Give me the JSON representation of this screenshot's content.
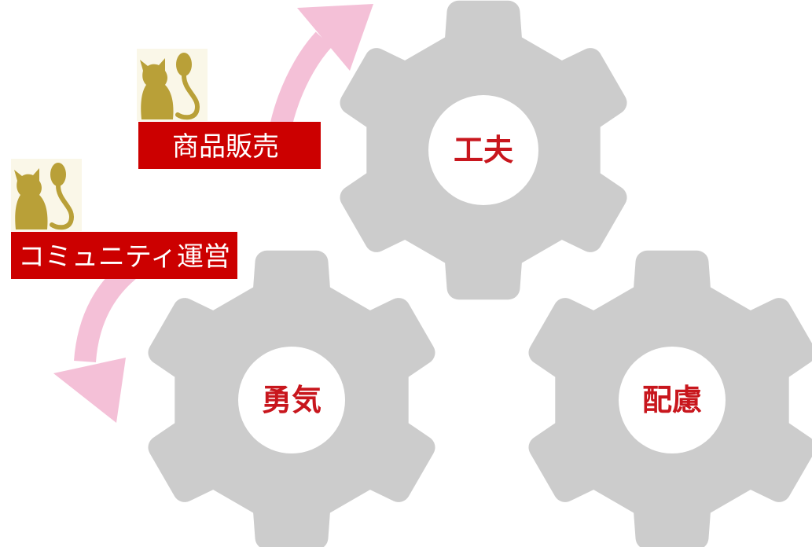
{
  "colors": {
    "gear_fill": "#cccccc",
    "gear_hole": "#ffffff",
    "label_red": "#c8161d",
    "tag_red": "#cc0000",
    "tag_text": "#ffffff",
    "arrow_pink": "#f4c0d7",
    "cat_gold": "#b9a038",
    "cat_bg": "#faf7e8"
  },
  "icons": {
    "cat": "cat-with-spoon-icon"
  },
  "gears": [
    {
      "label": "工夫"
    },
    {
      "label": "勇気"
    },
    {
      "label": "配慮"
    }
  ],
  "tags": [
    {
      "label": "商品販売"
    },
    {
      "label": "コミュニティ運営"
    }
  ]
}
